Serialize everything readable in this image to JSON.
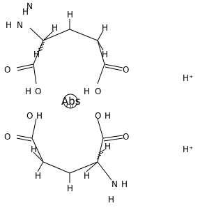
{
  "structure": {
    "atoms": {
      "n_top": "N",
      "h_top_nh": "H",
      "h_top_n": "H",
      "h_top_c2": "H",
      "h_top_c3a": "H",
      "h_top_c3b": "H",
      "h_top_c4a": "H",
      "h_top_c4b": "H",
      "o_top_left_carbonyl": "O",
      "o_top_right_carbonyl": "O",
      "h_top_left_oh": "H",
      "o_top_left_oh": "O",
      "h_top_right_oh": "H",
      "o_top_right_oh": "O",
      "o_bottom_left_oh": "O",
      "h_bottom_left_oh": "H",
      "o_bottom_right_oh": "O",
      "h_bottom_right_oh": "H",
      "o_bottom_left_carbonyl": "O",
      "o_bottom_right_carbonyl": "O",
      "h_bottom_c4a": "H",
      "h_bottom_c4b": "H",
      "h_bottom_c3a": "H",
      "h_bottom_c3b": "H",
      "h_bottom_c2": "H",
      "n_bottom": "N",
      "h_bottom_n": "H",
      "h_bottom_nh": "H"
    },
    "metal": {
      "abs": "Abs",
      "cu": "Cu"
    },
    "ions": {
      "h_plus_1": "H⁺",
      "h_plus_2": "H⁺"
    }
  },
  "colors": {
    "ink": "#000000",
    "background": "#ffffff"
  }
}
